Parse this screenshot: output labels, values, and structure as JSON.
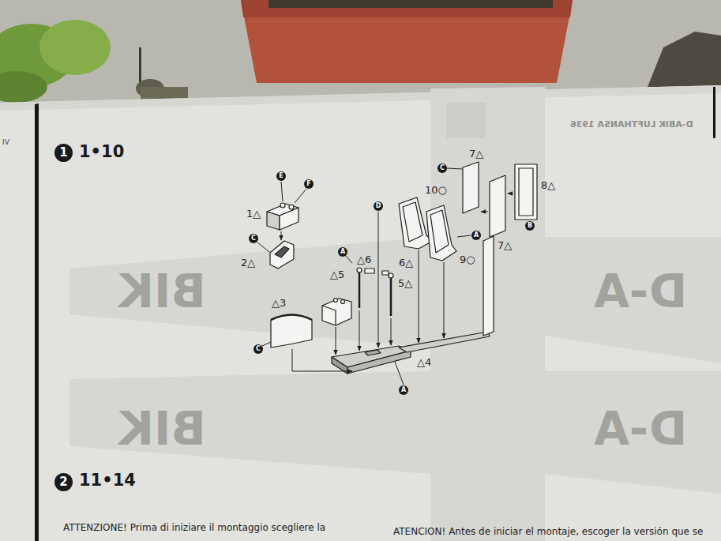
{
  "diagram": {
    "nodes": [
      {
        "text": [
          "1"
        ]
      },
      {
        "text": [
          "C"
        ]
      },
      {
        "text": [
          "E"
        ]
      },
      {
        "text": [
          "F"
        ]
      },
      {
        "text": [
          "D"
        ]
      },
      {
        "text": [
          "B"
        ]
      },
      {
        "text": [
          "A"
        ]
      },
      {
        "text": [
          "C"
        ]
      },
      {
        "text": [
          "A"
        ]
      },
      {
        "text": [
          "C"
        ]
      },
      {
        "text": [
          "A"
        ]
      },
      {
        "text": [
          "2"
        ]
      }
    ],
    "labels": [
      "1•10",
      "D-ABIK LUFTHANSA 1936",
      "IV",
      "7△",
      "10○",
      "8△",
      "1△",
      "△6",
      "△5",
      "6△",
      "9○",
      "7△",
      "2△",
      "5△",
      "△3",
      "△4",
      "BIK",
      "D-A",
      "BIK",
      "D-A",
      "11•14",
      "ATTENZIONE! Prima di iniziare il montaggio scegliere la",
      "ATENCION! Antes de iniciar el montaje, escoger la versión que se"
    ]
  }
}
